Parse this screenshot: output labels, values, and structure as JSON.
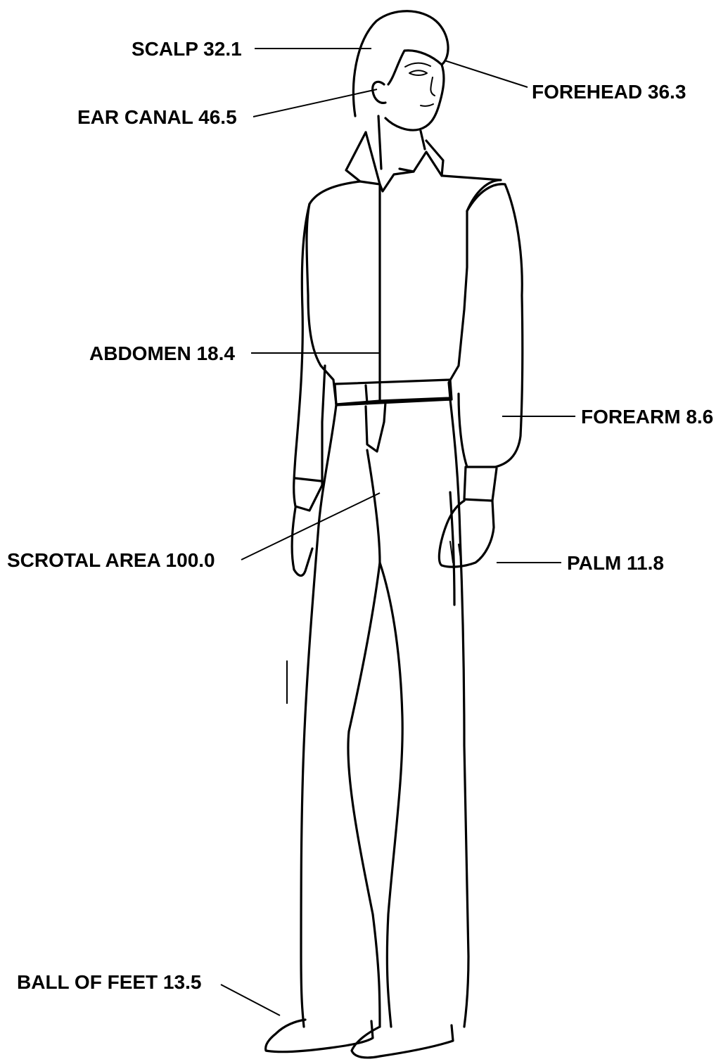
{
  "labels": {
    "scalp": "SCALP 32.1",
    "forehead": "FOREHEAD 36.3",
    "ear_canal": "EAR CANAL 46.5",
    "abdomen": "ABDOMEN 18.4",
    "forearm": "FOREARM 8.6",
    "scrotal_area": "SCROTAL AREA 100.0",
    "palm": "PALM 11.8",
    "ball_of_feet": "BALL OF FEET 13.5"
  }
}
